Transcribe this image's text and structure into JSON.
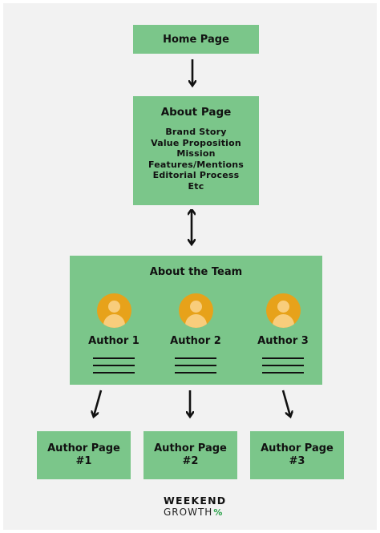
{
  "home": {
    "title": "Home Page"
  },
  "about": {
    "title": "About Page",
    "items": [
      "Brand Story",
      "Value Proposition",
      "Mission",
      "Features/Mentions",
      "Editorial Process",
      "Etc"
    ]
  },
  "team": {
    "title": "About the Team",
    "authors": [
      "Author 1",
      "Author 2",
      "Author 3"
    ]
  },
  "author_pages": [
    {
      "line1": "Author Page",
      "line2": "#1"
    },
    {
      "line1": "Author Page",
      "line2": "#2"
    },
    {
      "line1": "Author Page",
      "line2": "#3"
    }
  ],
  "logo": {
    "line1": "WEEKEND",
    "line2": "GROWTH",
    "mark": "%"
  },
  "colors": {
    "box": "#7bc68a",
    "avatar_bg": "#e7a21a",
    "avatar_fg": "#f8cd7c",
    "background": "#f2f2f2"
  }
}
